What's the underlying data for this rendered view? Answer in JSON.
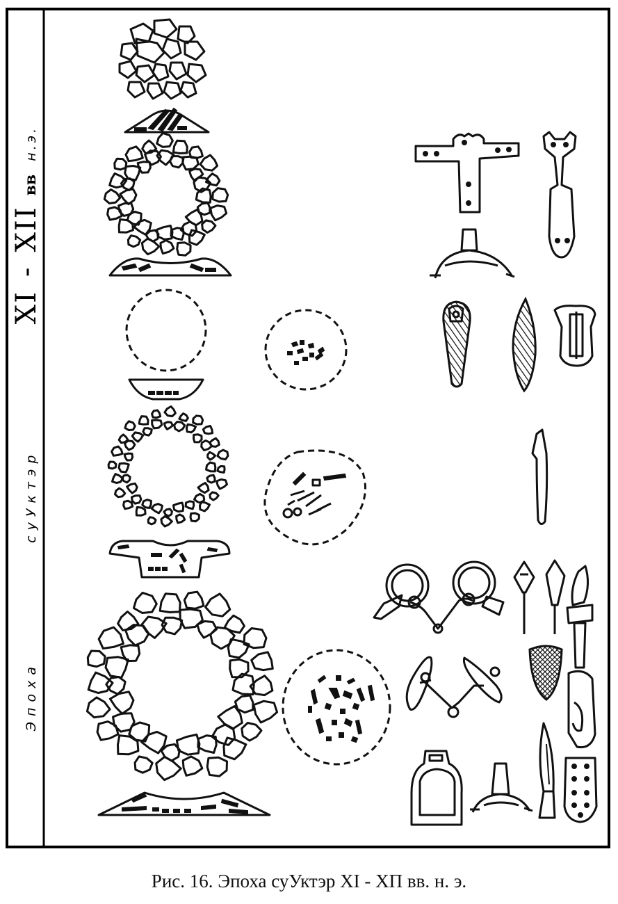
{
  "side_label": {
    "era": "Эпоха",
    "type": "суУктэр",
    "century_start": "XI",
    "dash": "-",
    "century_end": "XII",
    "vv": "вв",
    "ne": "н.э."
  },
  "caption": "Рис. 16. Эпоха суУктэр XI - XП вв. н. э."
}
